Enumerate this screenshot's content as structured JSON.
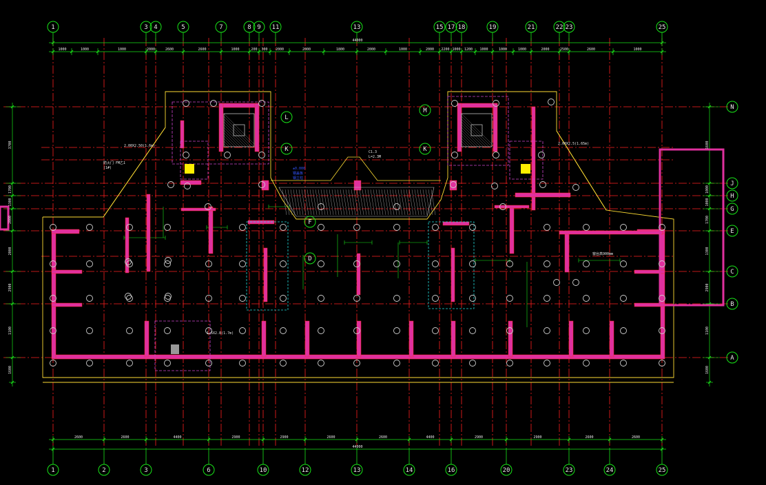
{
  "drawing": {
    "title": "",
    "colors": {
      "background": "#000000",
      "axis": "#ff1f1f",
      "grid_bubble": "#19e619",
      "dimension": "#19e619",
      "wall": "#e0309e",
      "wall_edge": "#ff2a2a",
      "outline": "#ffdd33",
      "dashed_box": "#cc44cc",
      "cyan_box": "#22dddd",
      "column": "#cfcfcf",
      "text": "#e8e8e8",
      "hatch": "#bdbdbd",
      "yellow_block": "#ffee00",
      "blue_note": "#3355ff"
    },
    "top_axes": [
      "1",
      "3",
      "4",
      "5",
      "7",
      "8",
      "9",
      "11",
      "13",
      "15",
      "17",
      "18",
      "19",
      "21",
      "22",
      "23",
      "25"
    ],
    "bottom_axes": [
      "1",
      "2",
      "3",
      "6",
      "10",
      "12",
      "13",
      "14",
      "16",
      "20",
      "23",
      "24",
      "25"
    ],
    "right_axes": [
      "N",
      "J",
      "H",
      "G",
      "E",
      "C",
      "B",
      "A"
    ],
    "interior_axes": [
      "L",
      "K",
      "M",
      "K",
      "F",
      "D"
    ],
    "top_dims": [
      "1000",
      "1000",
      "1000",
      "2000",
      "2600",
      "2600",
      "1000",
      "200",
      "300",
      "2000",
      "2000",
      "1800",
      "2000",
      "1000",
      "2000",
      "2200",
      "1000",
      "1200",
      "1000",
      "1000",
      "1000",
      "2000",
      "2500",
      "2600",
      "1000"
    ],
    "top_total": "44000",
    "bottom_dims": [
      "2600",
      "2600",
      "4400",
      "2900",
      "2900",
      "2600",
      "2600",
      "4400",
      "2900",
      "2900",
      "2600",
      "2600"
    ],
    "bottom_total": "44000",
    "left_dims": [
      "3700",
      "1700",
      "1300",
      "2000",
      "2000",
      "2900",
      "1100",
      "1600"
    ],
    "right_dims": [
      "1600",
      "1000",
      "1000",
      "1700",
      "1300",
      "2900",
      "1100",
      "1600"
    ],
    "notes": [
      "2.00X2.50(1.6m)",
      "防火门 FM乙1",
      "(1#)",
      "C1.3",
      "L=2.3M",
      "1.5X2.8(1.7m)",
      "2.00X2.5(1.65m)",
      "窗台高900mm"
    ],
    "blue_notes": [
      "±0.000",
      "钢盖板",
      "钢立柱"
    ]
  }
}
